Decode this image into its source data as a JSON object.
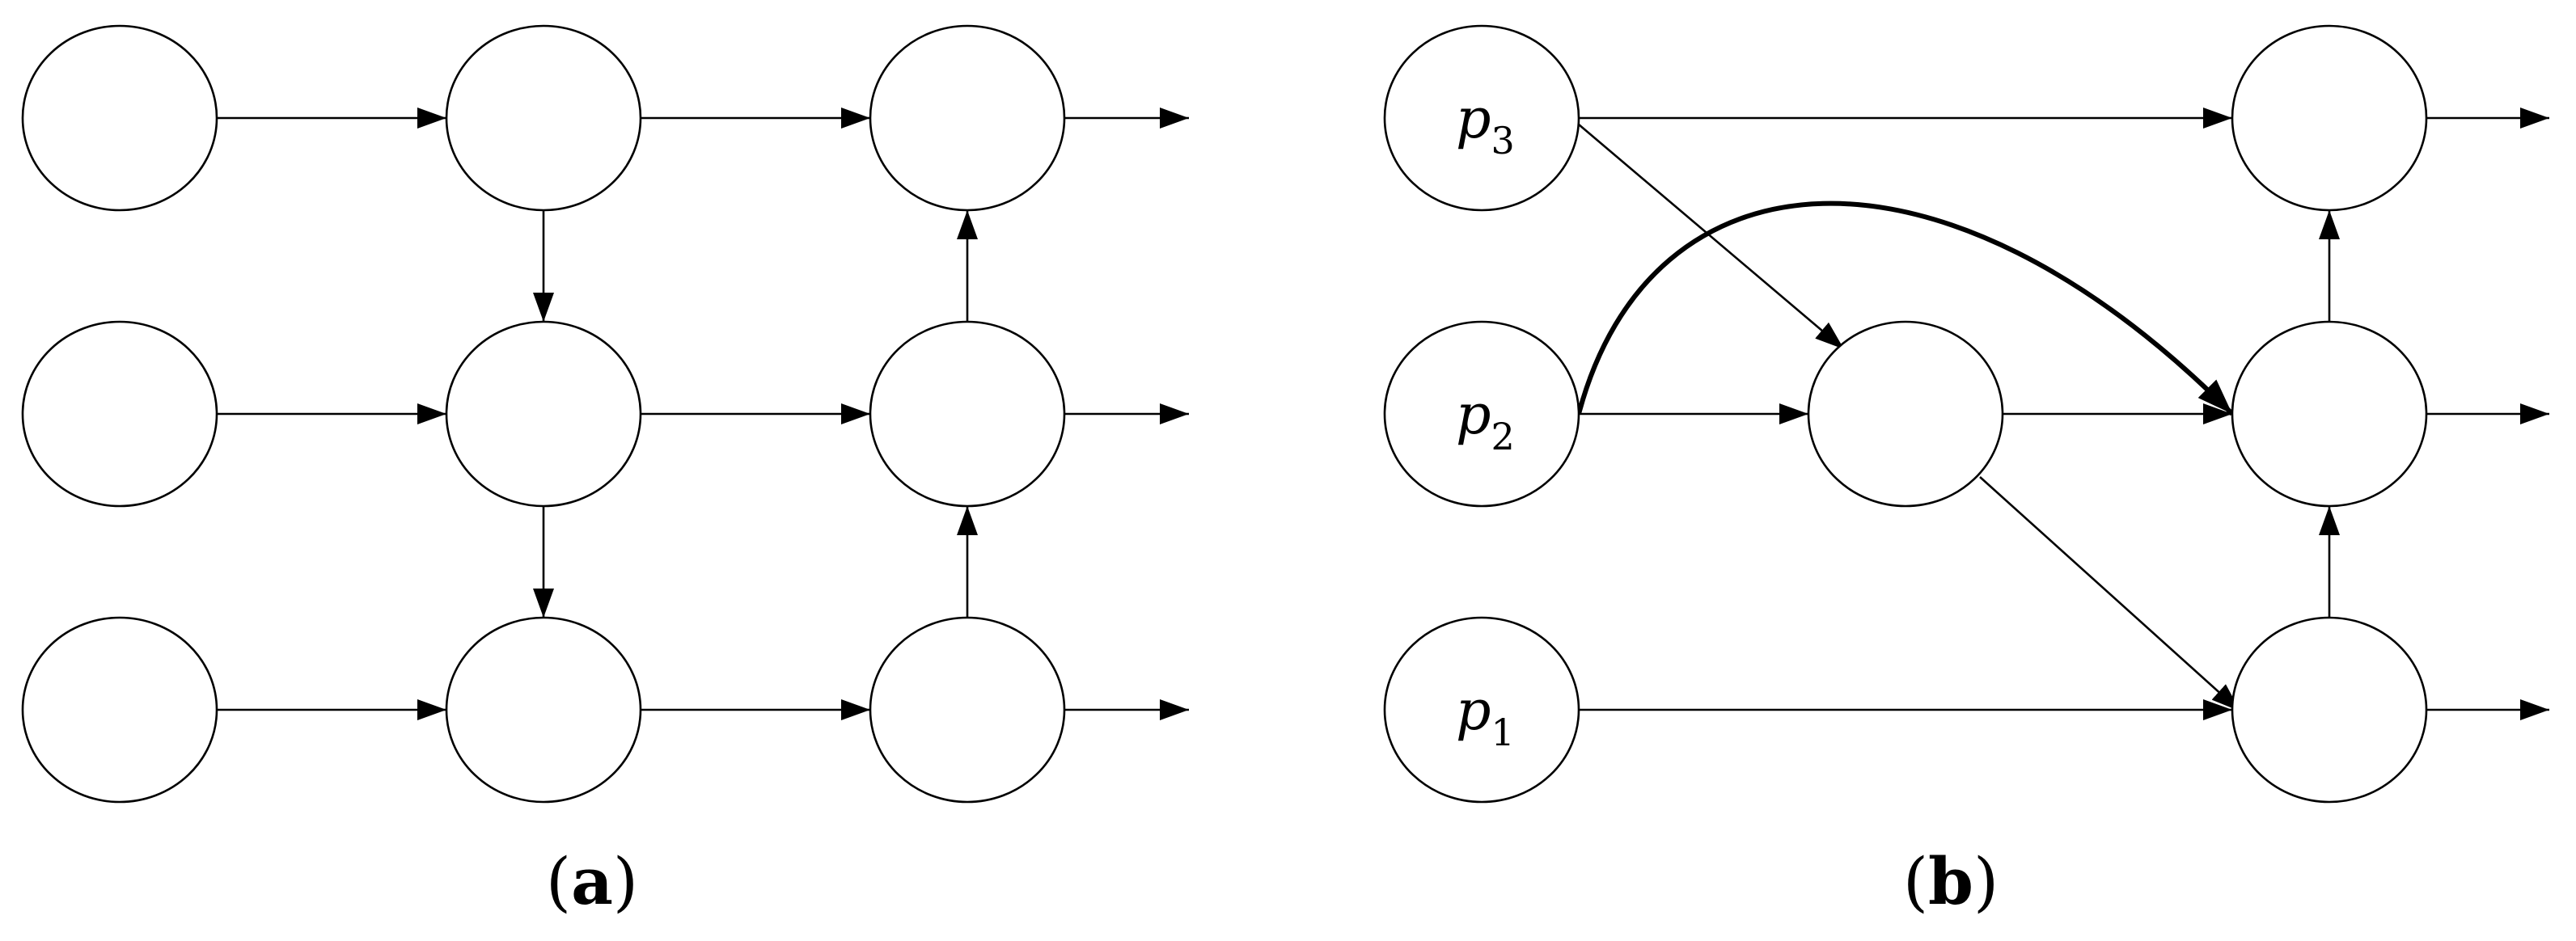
{
  "panels": [
    {
      "id": "a",
      "caption": {
        "open": "(",
        "letter": "a",
        "close": ")"
      },
      "node_labels": []
    },
    {
      "id": "b",
      "caption": {
        "open": "(",
        "letter": "b",
        "close": ")"
      },
      "node_labels": [
        {
          "base": "p",
          "sub": "3"
        },
        {
          "base": "p",
          "sub": "2"
        },
        {
          "base": "p",
          "sub": "1"
        }
      ]
    }
  ]
}
